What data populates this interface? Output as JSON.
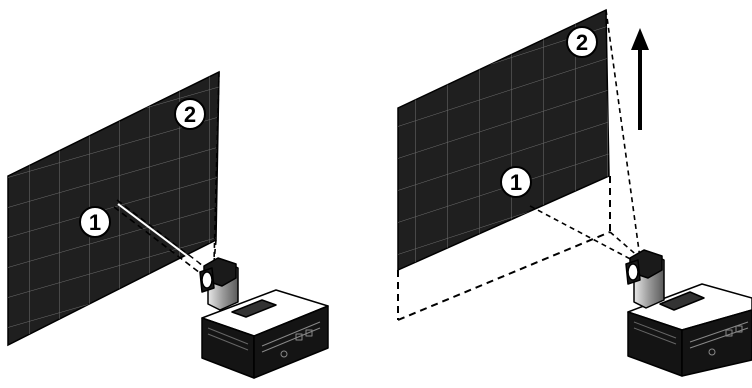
{
  "figure": {
    "panels": [
      {
        "name": "left-panel",
        "markers": [
          "1",
          "2"
        ]
      },
      {
        "name": "right-panel",
        "markers": [
          "1",
          "2"
        ]
      }
    ],
    "colors": {
      "screen": "#1f1f1f",
      "grid": "#6e6e6e",
      "projector_body": "#ffffff",
      "projector_dark": "#141414",
      "marker_fill": "#ffffff",
      "marker_stroke": "#000000",
      "beam": "#000000"
    },
    "icons": [
      "up-arrow-icon"
    ]
  }
}
